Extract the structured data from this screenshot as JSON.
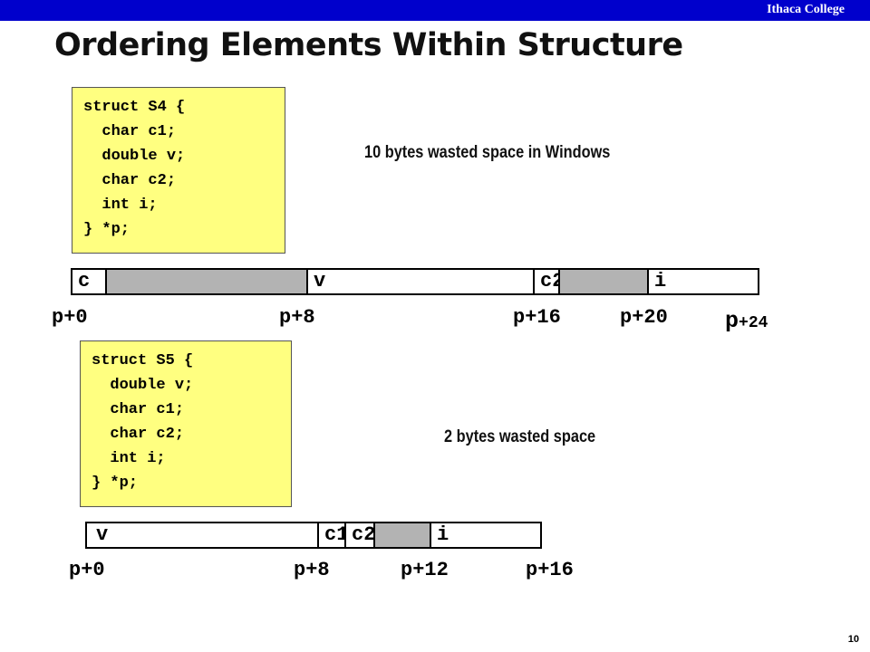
{
  "header": {
    "college": "Ithaca College"
  },
  "title": "Ordering Elements Within Structure",
  "s4": {
    "code": [
      "struct S4 {",
      "  char c1;",
      "  double v;",
      "  char c2;",
      "  int i;",
      "} *p;"
    ],
    "note": "10 bytes wasted space in Windows",
    "cells": {
      "c1": "c",
      "pad1": "",
      "v": "v",
      "c2": "c2",
      "pad2": "",
      "i": "i"
    },
    "offsets": {
      "o0": "p+0",
      "o8": "p+8",
      "o16": "p+16",
      "o20": "p+20",
      "o24_p": "p",
      "o24_n": "+24"
    }
  },
  "s5": {
    "code": [
      "struct S5 {",
      "  double v;",
      "  char c1;",
      "  char c2;",
      "  int i;",
      "} *p;"
    ],
    "note": "2 bytes wasted space",
    "cells": {
      "v": "v",
      "c1": "c1",
      "c2": "c2",
      "pad": "",
      "i": "i"
    },
    "offsets": {
      "o0": "p+0",
      "o8": "p+8",
      "o12": "p+12",
      "o16": "p+16"
    }
  },
  "footer": {
    "page": "10"
  },
  "colors": {
    "topbar": "#0000cc",
    "code_bg": "#ffff80",
    "padding": "#b3b3b3"
  }
}
